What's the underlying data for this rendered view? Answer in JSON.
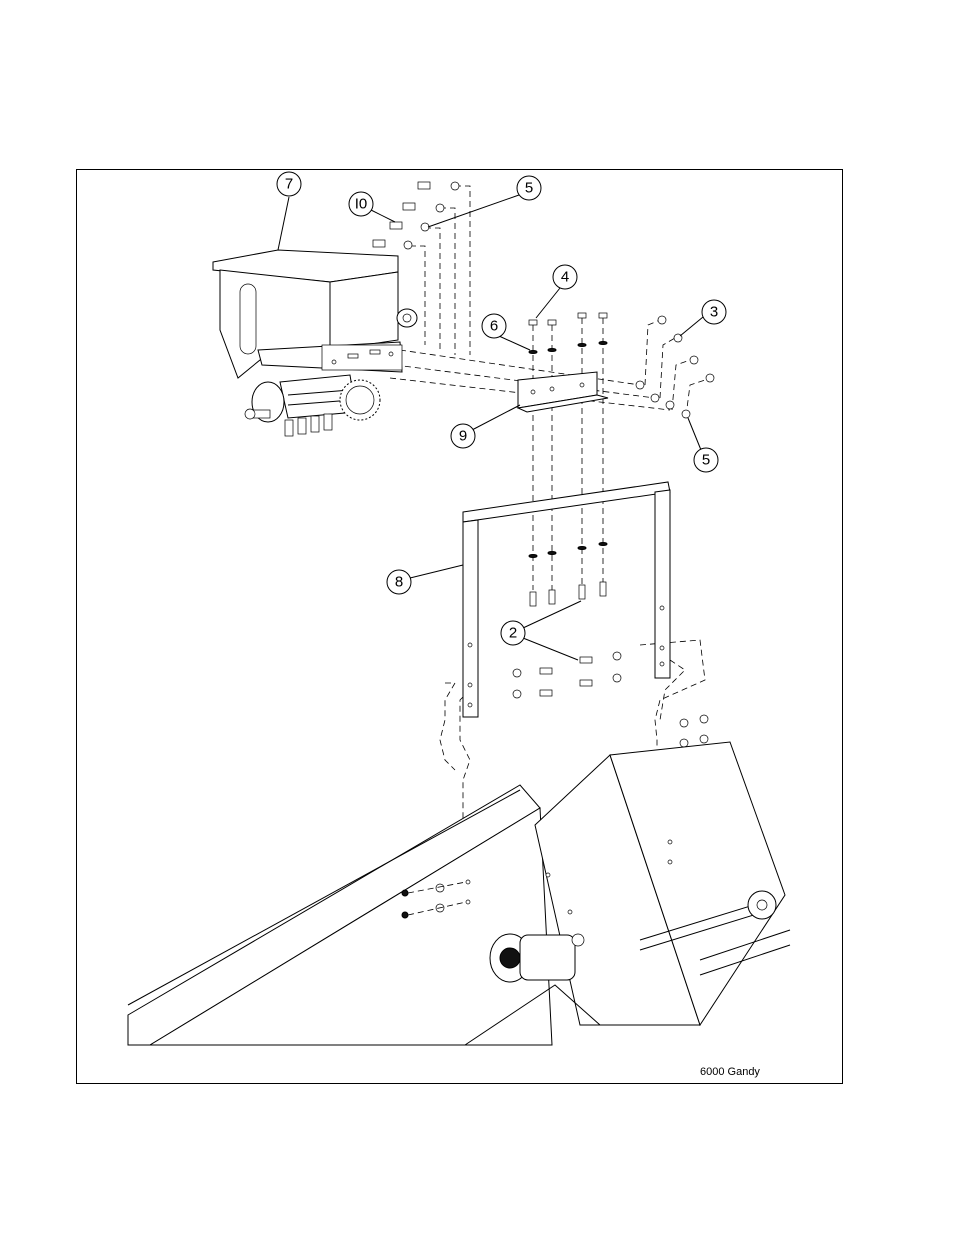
{
  "diagram": {
    "callouts": [
      {
        "id": "callout-7",
        "label": "7"
      },
      {
        "id": "callout-10",
        "label": "I0"
      },
      {
        "id": "callout-5-top",
        "label": "5"
      },
      {
        "id": "callout-4",
        "label": "4"
      },
      {
        "id": "callout-6",
        "label": "6"
      },
      {
        "id": "callout-3",
        "label": "3"
      },
      {
        "id": "callout-9",
        "label": "9"
      },
      {
        "id": "callout-5-right",
        "label": "5"
      },
      {
        "id": "callout-8",
        "label": "8"
      },
      {
        "id": "callout-2",
        "label": "2"
      }
    ],
    "caption": "6000 Gandy"
  }
}
